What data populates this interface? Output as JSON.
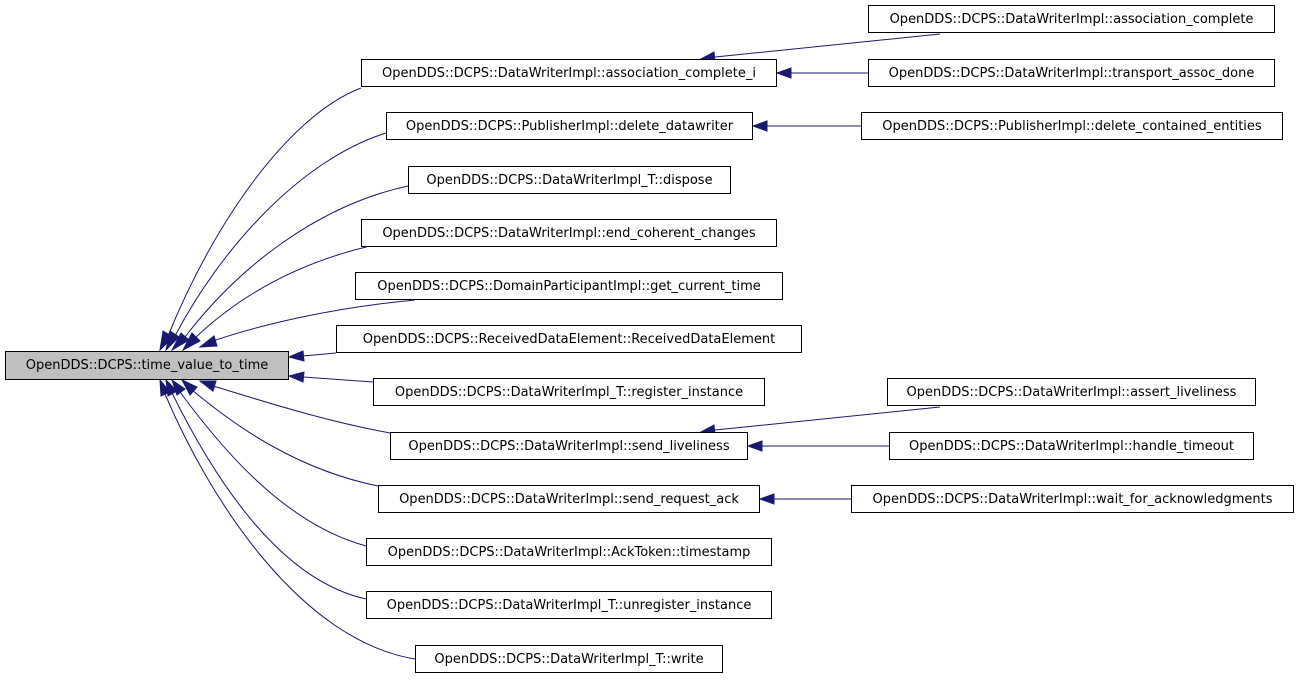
{
  "graph": {
    "root": "OpenDDS::DCPS::time_value_to_time",
    "callers": {
      "association_complete_i": "OpenDDS::DCPS::DataWriterImpl::association_complete_i",
      "delete_datawriter": "OpenDDS::DCPS::PublisherImpl::delete_datawriter",
      "dispose": "OpenDDS::DCPS::DataWriterImpl_T::dispose",
      "end_coherent_changes": "OpenDDS::DCPS::DataWriterImpl::end_coherent_changes",
      "get_current_time": "OpenDDS::DCPS::DomainParticipantImpl::get_current_time",
      "received_data_element": "OpenDDS::DCPS::ReceivedDataElement::ReceivedDataElement",
      "register_instance": "OpenDDS::DCPS::DataWriterImpl_T::register_instance",
      "send_liveliness": "OpenDDS::DCPS::DataWriterImpl::send_liveliness",
      "send_request_ack": "OpenDDS::DCPS::DataWriterImpl::send_request_ack",
      "timestamp": "OpenDDS::DCPS::DataWriterImpl::AckToken::timestamp",
      "unregister_instance": "OpenDDS::DCPS::DataWriterImpl_T::unregister_instance",
      "write": "OpenDDS::DCPS::DataWriterImpl_T::write"
    },
    "second_level": {
      "association_complete": "OpenDDS::DCPS::DataWriterImpl::association_complete",
      "transport_assoc_done": "OpenDDS::DCPS::DataWriterImpl::transport_assoc_done",
      "delete_contained_entities": "OpenDDS::DCPS::PublisherImpl::delete_contained_entities",
      "assert_liveliness": "OpenDDS::DCPS::DataWriterImpl::assert_liveliness",
      "handle_timeout": "OpenDDS::DCPS::DataWriterImpl::handle_timeout",
      "wait_for_acknowledgments": "OpenDDS::DCPS::DataWriterImpl::wait_for_acknowledgments"
    },
    "colors": {
      "edge": "#191970",
      "root_fill": "#bfbfbf",
      "node_fill": "#ffffff",
      "border": "#000000"
    }
  }
}
